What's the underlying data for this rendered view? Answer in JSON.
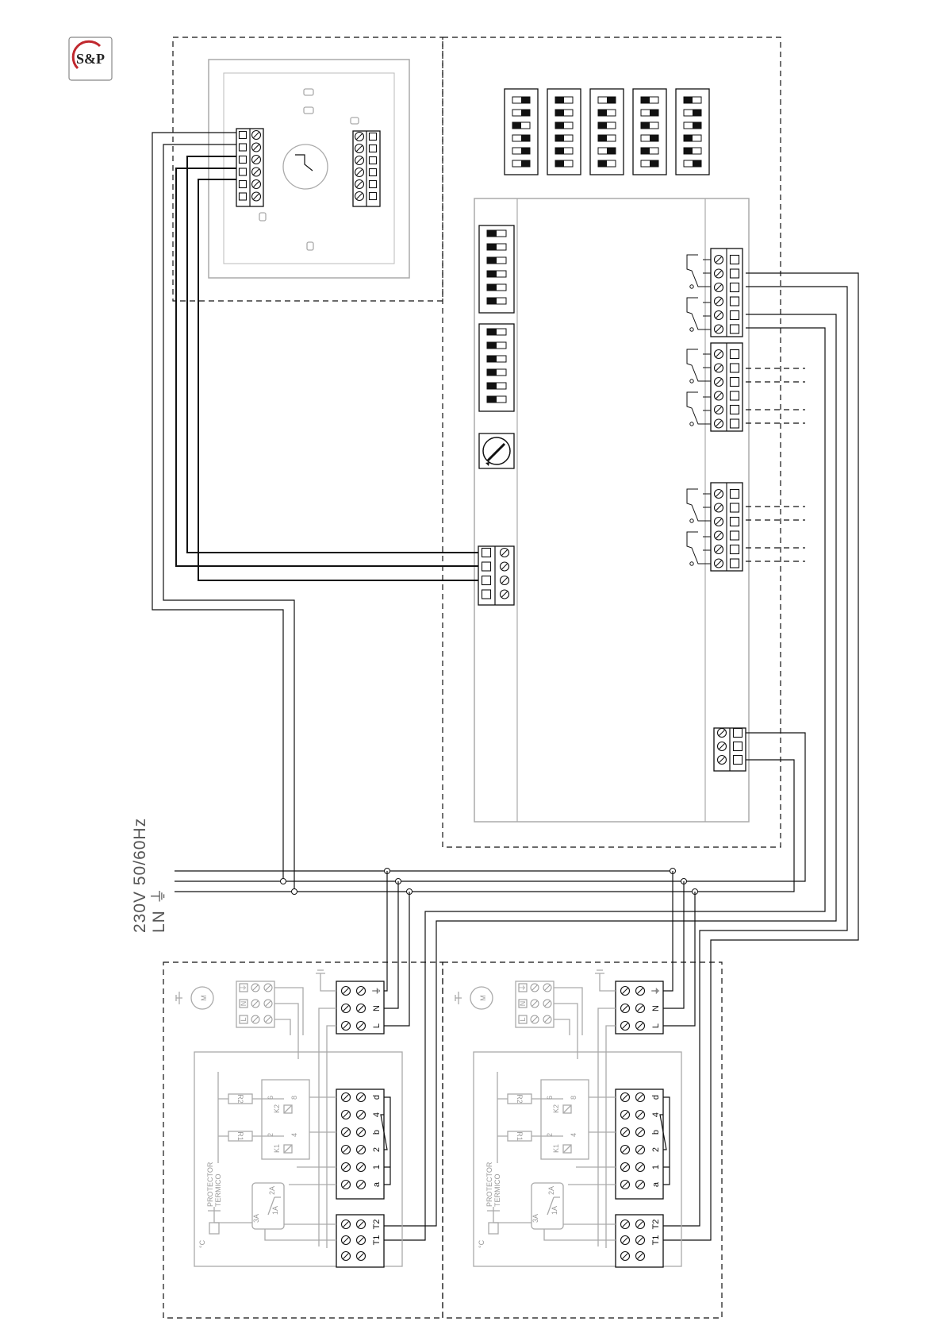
{
  "brand": {
    "logo_text": "S&P"
  },
  "supply": {
    "voltage_label": "230V 50/60Hz",
    "phases_label": "LN"
  },
  "fan_units": [
    {
      "motor_symbol": "M",
      "power_terminals": [
        "L",
        "N",
        "⏚"
      ],
      "relay_labels": [
        "K1",
        "K2"
      ],
      "resistor_labels": [
        "R1",
        "R2"
      ],
      "relay_pins": [
        "2",
        "4",
        "6",
        "8"
      ],
      "signal_terminals": [
        "d",
        "4",
        "b",
        "2",
        "1",
        "a"
      ],
      "thermal_terminals": [
        "T1",
        "T2"
      ],
      "protector_label": [
        "PROTECTOR",
        "TERMICO"
      ],
      "temp_unit": "°C",
      "switch_labels": [
        "3A",
        "2A",
        "1A"
      ]
    },
    {
      "motor_symbol": "M",
      "power_terminals": [
        "L",
        "N",
        "⏚"
      ],
      "relay_labels": [
        "K1",
        "K2"
      ],
      "resistor_labels": [
        "R1",
        "R2"
      ],
      "relay_pins": [
        "2",
        "4",
        "6",
        "8"
      ],
      "signal_terminals": [
        "d",
        "4",
        "b",
        "2",
        "1",
        "a"
      ],
      "thermal_terminals": [
        "T1",
        "T2"
      ],
      "protector_label": [
        "PROTECTOR",
        "TERMICO"
      ],
      "temp_unit": "°C",
      "switch_labels": [
        "3A",
        "2A",
        "1A"
      ]
    }
  ]
}
